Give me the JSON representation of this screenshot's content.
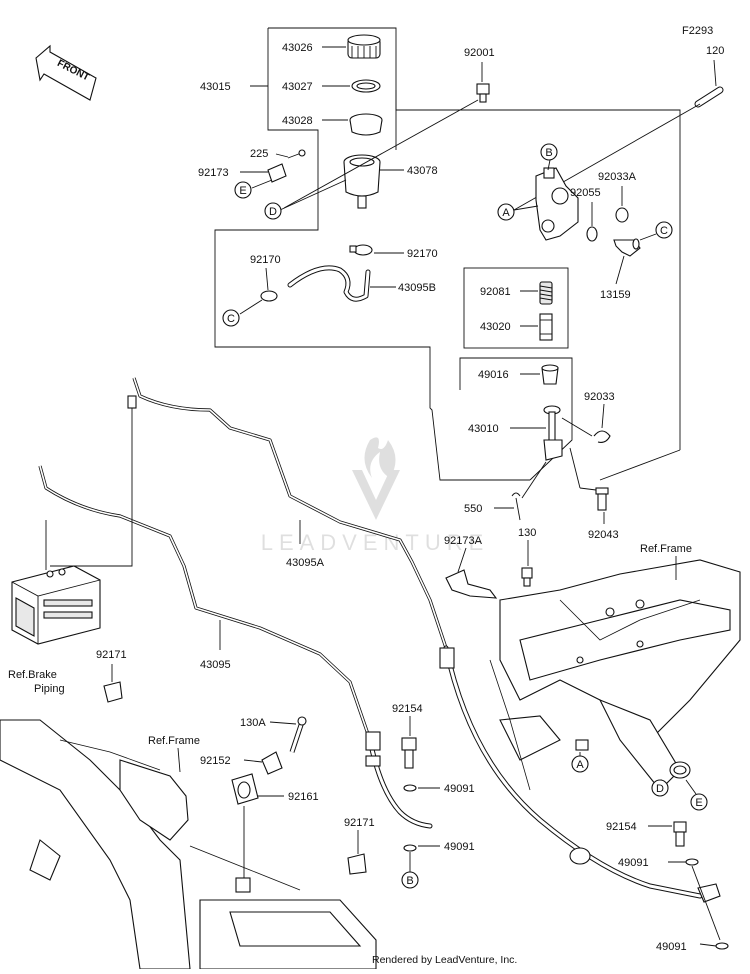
{
  "diagram_code": "F2293",
  "front_label": "FRONT",
  "watermark": "LEADVENTURE",
  "footer": "Rendered by LeadVenture, Inc.",
  "parts": {
    "p43026": "43026",
    "p43027": "43027",
    "p43028": "43028",
    "p43015": "43015",
    "p43078": "43078",
    "p225": "225",
    "p92173": "92173",
    "p92170a": "92170",
    "p92170b": "92170",
    "p43095B": "43095B",
    "p92001": "92001",
    "p120": "120",
    "p92033A": "92033A",
    "p92055": "92055",
    "p13159": "13159",
    "p92081": "92081",
    "p43020": "43020",
    "p49016": "49016",
    "p43010": "43010",
    "p92033": "92033",
    "p550": "550",
    "p92043": "92043",
    "p92173A": "92173A",
    "p130": "130",
    "p43095A": "43095A",
    "p43095": "43095",
    "p92171a": "92171",
    "p92171b": "92171",
    "p130A": "130A",
    "p92152": "92152",
    "p92161": "92161",
    "p92154a": "92154",
    "p92154b": "92154",
    "p49091a": "49091",
    "p49091b": "49091",
    "p49091c": "49091",
    "p49091d": "49091"
  },
  "references": {
    "ref_frame_right": "Ref.Frame",
    "ref_frame_left": "Ref.Frame",
    "ref_brake_piping_1": "Ref.Brake",
    "ref_brake_piping_2": "Piping"
  },
  "callouts": {
    "A1": "A",
    "A2": "A",
    "B1": "B",
    "B2": "B",
    "C1": "C",
    "C2": "C",
    "D1": "D",
    "D2": "D",
    "E1": "E",
    "E2": "E"
  }
}
